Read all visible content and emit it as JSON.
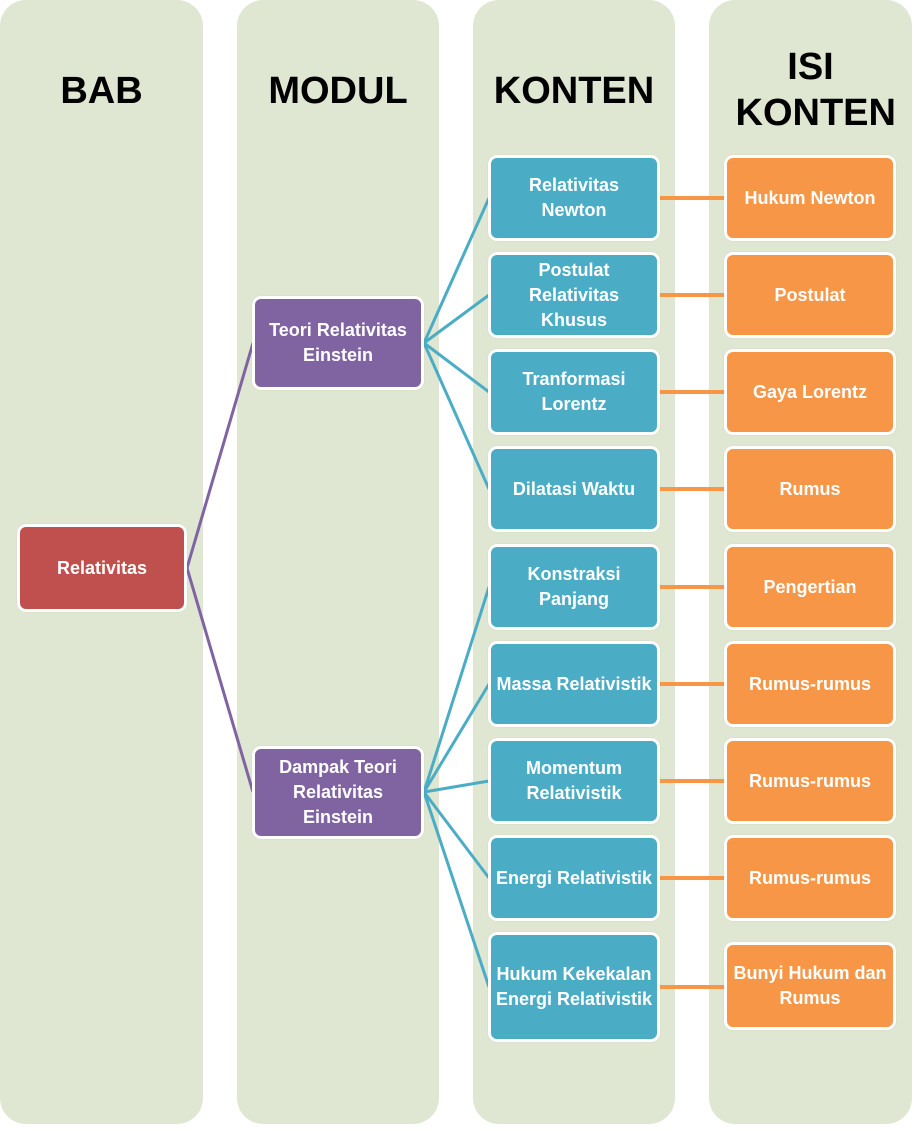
{
  "columns": [
    {
      "key": "bab",
      "title": "BAB"
    },
    {
      "key": "modul",
      "title": "MODUL"
    },
    {
      "key": "konten",
      "title": "KONTEN"
    },
    {
      "key": "isi",
      "title": "ISI KONTEN"
    }
  ],
  "colors": {
    "column_bg": "#dfe7d2",
    "bab": "#c0504d",
    "modul": "#8064a2",
    "konten": "#4bacc6",
    "isi": "#f79646"
  },
  "bab": {
    "label": "Relativitas"
  },
  "modul": [
    {
      "label": "Teori Relativitas Einstein"
    },
    {
      "label": "Dampak Teori Relativitas Einstein"
    }
  ],
  "konten": [
    {
      "label": "Relativitas Newton",
      "modul": 0
    },
    {
      "label": "Postulat Relativitas Khusus",
      "modul": 0
    },
    {
      "label": "Tranformasi Lorentz",
      "modul": 0
    },
    {
      "label": "Dilatasi Waktu",
      "modul": 0
    },
    {
      "label": "Konstraksi Panjang",
      "modul": 1
    },
    {
      "label": "Massa Relativistik",
      "modul": 1
    },
    {
      "label": "Momentum Relativistik",
      "modul": 1
    },
    {
      "label": "Energi Relativistik",
      "modul": 1
    },
    {
      "label": "Hukum Kekekalan Energi Relativistik",
      "modul": 1
    }
  ],
  "isi": [
    {
      "label": "Hukum Newton"
    },
    {
      "label": "Postulat"
    },
    {
      "label": "Gaya Lorentz"
    },
    {
      "label": "Rumus"
    },
    {
      "label": "Pengertian"
    },
    {
      "label": "Rumus-rumus"
    },
    {
      "label": "Rumus-rumus"
    },
    {
      "label": "Rumus-rumus"
    },
    {
      "label": "Bunyi Hukum dan Rumus"
    }
  ]
}
